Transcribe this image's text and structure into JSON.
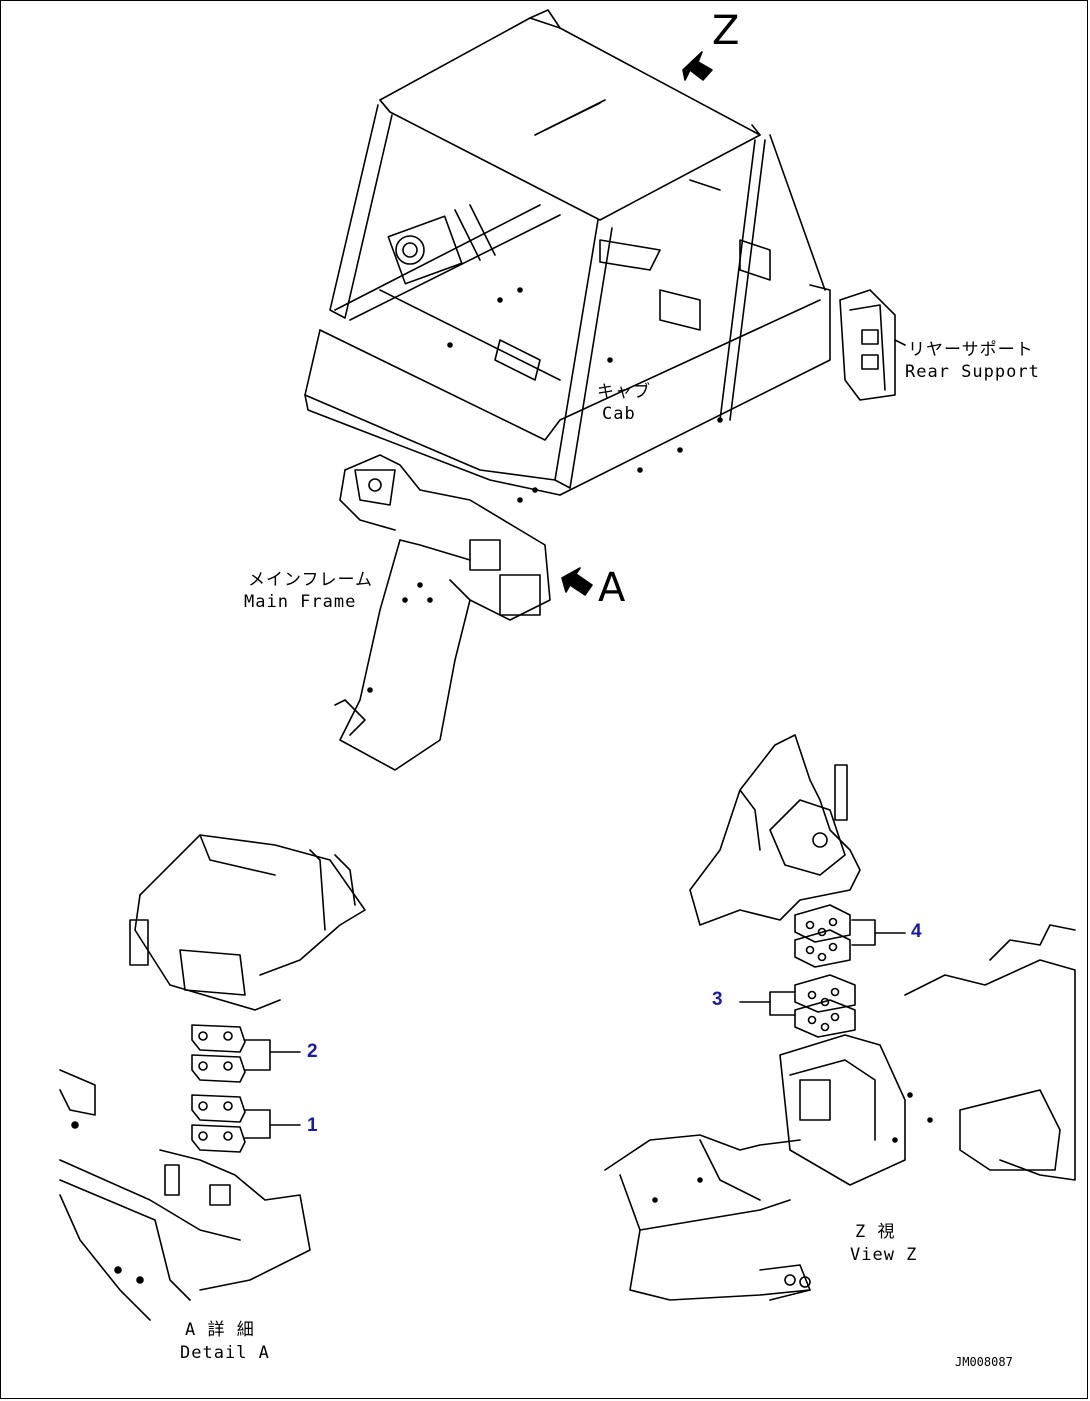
{
  "view_arrows": {
    "z": "Z",
    "a": "A"
  },
  "labels": {
    "rear_support_ja": "リヤーサポート",
    "rear_support_en": "Rear Support",
    "cab_ja": "キャブ",
    "cab_en": "Cab",
    "main_frame_ja": "メインフレーム",
    "main_frame_en": "Main Frame",
    "detail_a_ja": "A 詳 細",
    "detail_a_en": "Detail A",
    "view_z_ja": "Z 視",
    "view_z_en": "View Z"
  },
  "callouts": [
    {
      "id": "1",
      "label": "1"
    },
    {
      "id": "2",
      "label": "2"
    },
    {
      "id": "3",
      "label": "3"
    },
    {
      "id": "4",
      "label": "4"
    }
  ],
  "drawing_number": "JM008087",
  "colors": {
    "line": "#000000",
    "callout": "#1a1aa8"
  }
}
